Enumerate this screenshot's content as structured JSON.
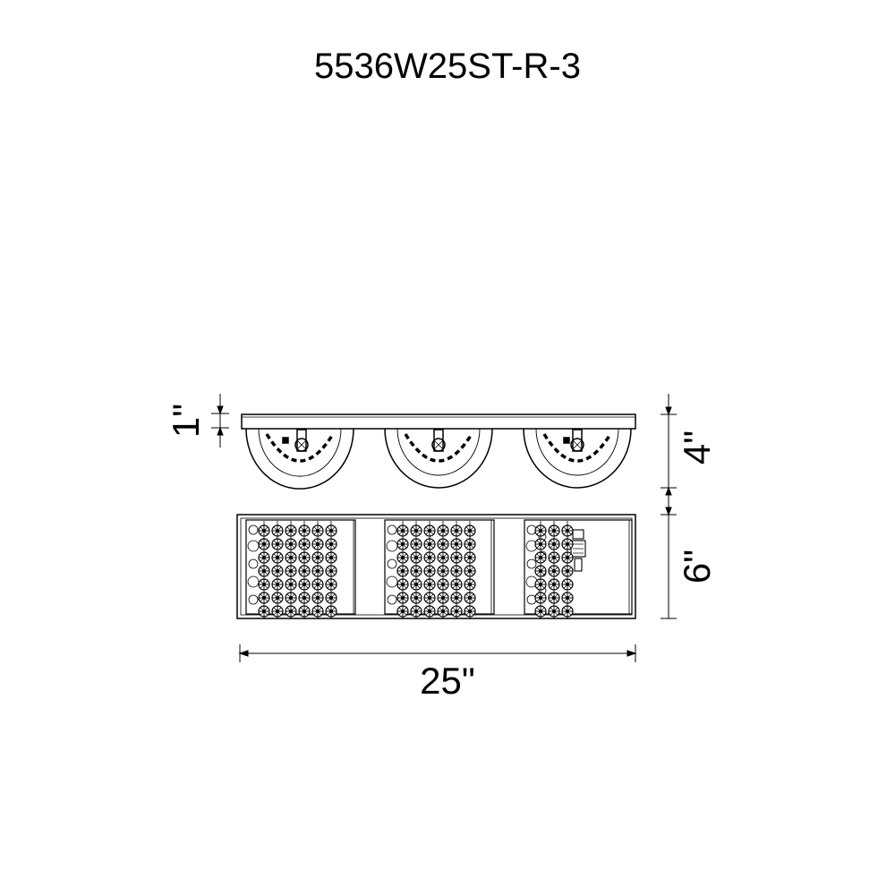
{
  "title": "5536W25ST-R-3",
  "dimensions": {
    "top_plate": "1\"",
    "top_view_depth": "4\"",
    "front_height": "6\"",
    "width": "25\""
  },
  "colors": {
    "line": "#000000",
    "background": "#ffffff"
  },
  "fixture": {
    "light_count": 3
  }
}
